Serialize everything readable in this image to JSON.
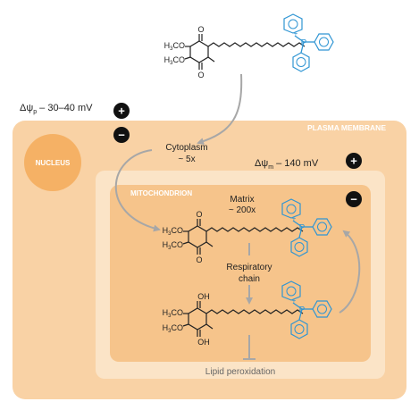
{
  "labels": {
    "plasma_potential": "Δψp – 30–40 mV",
    "plasma_potential_main": "Δψ",
    "plasma_potential_sub": "p",
    "plasma_potential_value": " – 30–40 mV",
    "plasma_membrane": "PLASMA MEMBRANE",
    "nucleus": "NUCLEUS",
    "cytoplasm": "Cytoplasm",
    "cytoplasm_factor": "~ 5x",
    "mito_potential_main": "Δψ",
    "mito_potential_sub": "m",
    "mito_potential_value": " – 140 mV",
    "mitochondrion": "MITOCHONDRION",
    "matrix": "Matrix",
    "matrix_factor": "~ 200x",
    "respiratory_chain_1": "Respiratory",
    "respiratory_chain_2": "chain",
    "lipid_peroxidation": "Lipid peroxidation",
    "plus": "+",
    "minus": "−"
  },
  "chem": {
    "h3co": "H",
    "sub3": "3",
    "co": "CO",
    "o": "O",
    "oh": "OH",
    "p": "P",
    "plus": "+"
  },
  "colors": {
    "cell_fill": "#f9d2a5",
    "mito_outer": "#fbe4c7",
    "mito_inner": "#f6c48b",
    "nucleus": "#f5b165",
    "label_text": "#ffffff",
    "tpp_blue": "#2f95d3",
    "arrow_gray": "#a7a7a7"
  }
}
